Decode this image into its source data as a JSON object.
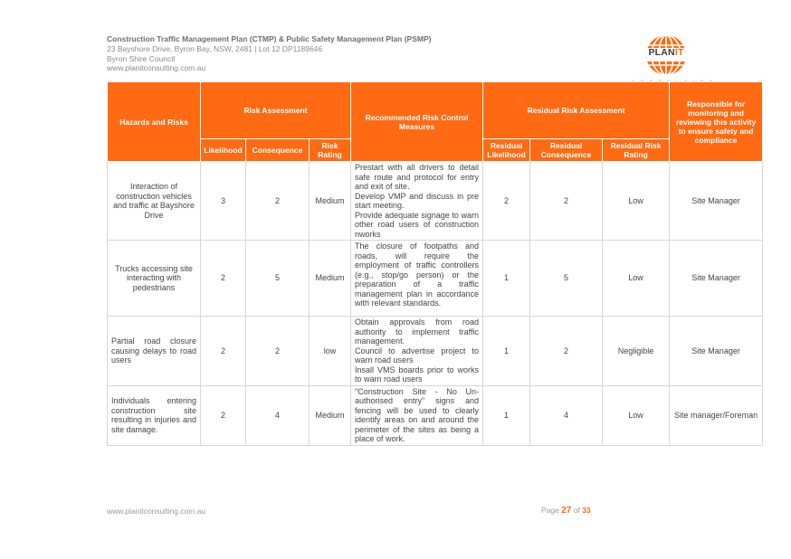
{
  "header": {
    "title": "Construction Traffic Management Plan (CTMP) & Public Safety Management Plan (PSMP)",
    "address": "23 Bayshore Drive, Byron Bay, NSW, 2481 | Lot 12 DP1189646",
    "council": "Byron Shire Council",
    "website": "www.planitconsulting.com.au"
  },
  "logo": {
    "word_plan": "PLAN",
    "word_it": "IT",
    "subtitle": "CONSULTING",
    "colors": {
      "accent": "#ff6a13"
    }
  },
  "table": {
    "headers": {
      "hazards": "Hazards and Risks",
      "risk_assessment": "Risk Assessment",
      "control_measures": "Recommended Risk Control Measures",
      "residual_assessment": "Residual Risk Assessment",
      "responsible": "Responsible for monitoring and reviewing this activity to ensure safety and compliance",
      "likelihood": "Likelihood",
      "consequence": "Consequence",
      "risk_rating": "Risk Rating",
      "residual_likelihood": "Residual Likelihood",
      "residual_consequence": "Residual Consequence",
      "residual_rating": "Residual Risk Rating"
    },
    "rows": [
      {
        "hazard": "Interaction of construction vehicles and traffic at Bayshore Drive",
        "likelihood": "3",
        "consequence": "2",
        "rating": "Medium",
        "measures": [
          "Prestart with all drivers to detail safe route and protocol for entry and exit of site.",
          "Develop VMP and discuss in pre start meeting.",
          "Provide adequate signage to warn other road users of construction nworks"
        ],
        "res_likelihood": "2",
        "res_consequence": "2",
        "res_rating": "Low",
        "responsible": "Site Manager"
      },
      {
        "hazard": "Trucks accessing site interacting with pedestrians",
        "likelihood": "2",
        "consequence": "5",
        "rating": "Medium",
        "measures": [
          "The closure of footpaths and roads, will require the employment of traffic controllers (e.g., stop/go person) or the preparation of a traffic management plan in accordance with relevant standards."
        ],
        "res_likelihood": "1",
        "res_consequence": "5",
        "res_rating": "Low",
        "responsible": "Site Manager"
      },
      {
        "hazard": "Partial road closure causing delays to road users",
        "likelihood": "2",
        "consequence": "2",
        "rating": "low",
        "measures": [
          "Obtain approvals from road authority to implement traffic management.",
          "Council to advertise project to warn road users",
          "Insall VMS boards prior to works to warn road users"
        ],
        "res_likelihood": "1",
        "res_consequence": "2",
        "res_rating": "Negligible",
        "responsible": "Site Manager"
      },
      {
        "hazard": "Individuals entering construction site resulting in injuries and site damage.",
        "likelihood": "2",
        "consequence": "4",
        "rating": "Medium",
        "measures": [
          "\"Construction Site - No Un-authorised entry\" signs and fencing will be used to clearly identify areas on and around the perimeter of the sites as being a place of work."
        ],
        "res_likelihood": "1",
        "res_consequence": "4",
        "res_rating": "Low",
        "responsible": "Site manager/Foreman"
      }
    ]
  },
  "footer": {
    "website": "www.planitconsulting.com.au",
    "page_label": "Page",
    "page_number": "27",
    "of_label": "of",
    "page_total": "33"
  }
}
